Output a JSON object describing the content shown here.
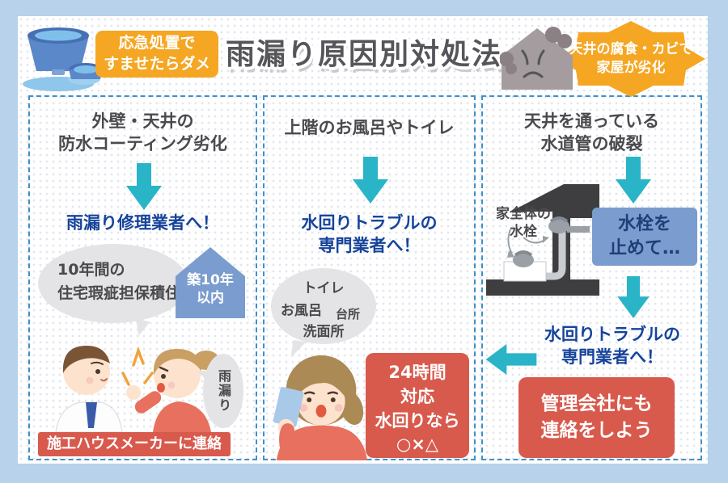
{
  "header": {
    "title": "雨漏り原因別対処法",
    "badge_left": {
      "lines": [
        "応急処置で",
        "すませたらダメ"
      ]
    },
    "burst_right": {
      "lines": [
        "天井の腐食・カビで",
        "家屋が劣化"
      ]
    }
  },
  "columns": [
    {
      "heading_lines": [
        "外壁・天井の",
        "防水コーティング劣化"
      ],
      "advice": "雨漏り修理業者へ！",
      "bubble_lines": [
        "10年間の",
        "住宅瑕疵担保積住"
      ],
      "house_badge_lines": [
        "築10年",
        "以内"
      ],
      "speech_vertical": "雨漏り",
      "action": "施工ハウスメーカーに連絡"
    },
    {
      "heading": "上階のお風呂やトイレ",
      "advice_lines": [
        "水回りトラブルの",
        "専門業者へ！"
      ],
      "bubble_items": [
        "トイレ",
        "お風呂",
        "台所",
        "洗面所"
      ],
      "action_lines": [
        "24時間",
        "対応",
        "水回りなら",
        "○×△"
      ]
    },
    {
      "heading_lines": [
        "天井を通っている",
        "水道管の破裂"
      ],
      "valve_label_lines": [
        "家全体の",
        "水栓"
      ],
      "step_box_lines": [
        "水栓を",
        "止めて…"
      ],
      "advice_lines": [
        "水回りトラブルの",
        "専門業者へ！"
      ],
      "action_lines": [
        "管理会社にも",
        "連絡をしよう"
      ]
    }
  ],
  "icons": {
    "bucket": "water-bucket-icon",
    "damaged_house": "moldy-house-icon",
    "down_arrow": "down-arrow-icon",
    "left_arrow": "left-arrow-icon",
    "couple": "talking-couple-illustration",
    "phone_woman": "woman-on-phone-illustration",
    "valve": "main-water-valve-illustration"
  },
  "colors": {
    "outer_background": "#b7d2ea",
    "accent_cyan": "#29b4c8",
    "heading_text": "#4a4a4e",
    "advice_blue": "#16449b",
    "action_red": "#d85a4d",
    "badge_orange": "#f5a623",
    "steel_blue": "#7b9cce",
    "column_border": "#4090c8"
  }
}
